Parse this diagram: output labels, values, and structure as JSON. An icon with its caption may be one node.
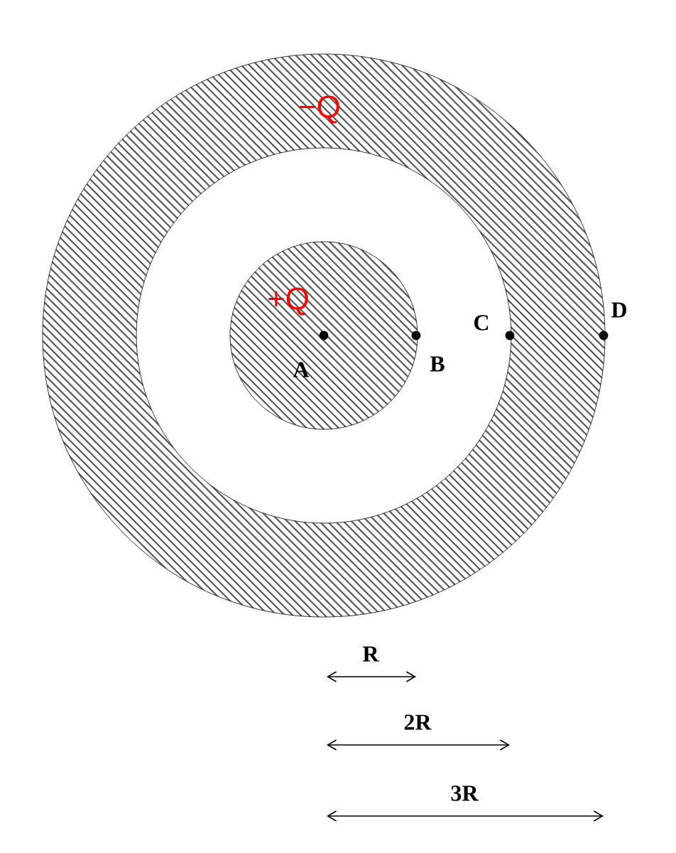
{
  "diagram": {
    "nodes": [
      {
        "text": [
          "−Q"
        ]
      },
      {
        "text": [
          "+Q"
        ],
        "in": 0
      }
    ],
    "labels": [
      "C",
      "D",
      "A",
      "B",
      "R",
      "2R",
      "3R"
    ]
  }
}
